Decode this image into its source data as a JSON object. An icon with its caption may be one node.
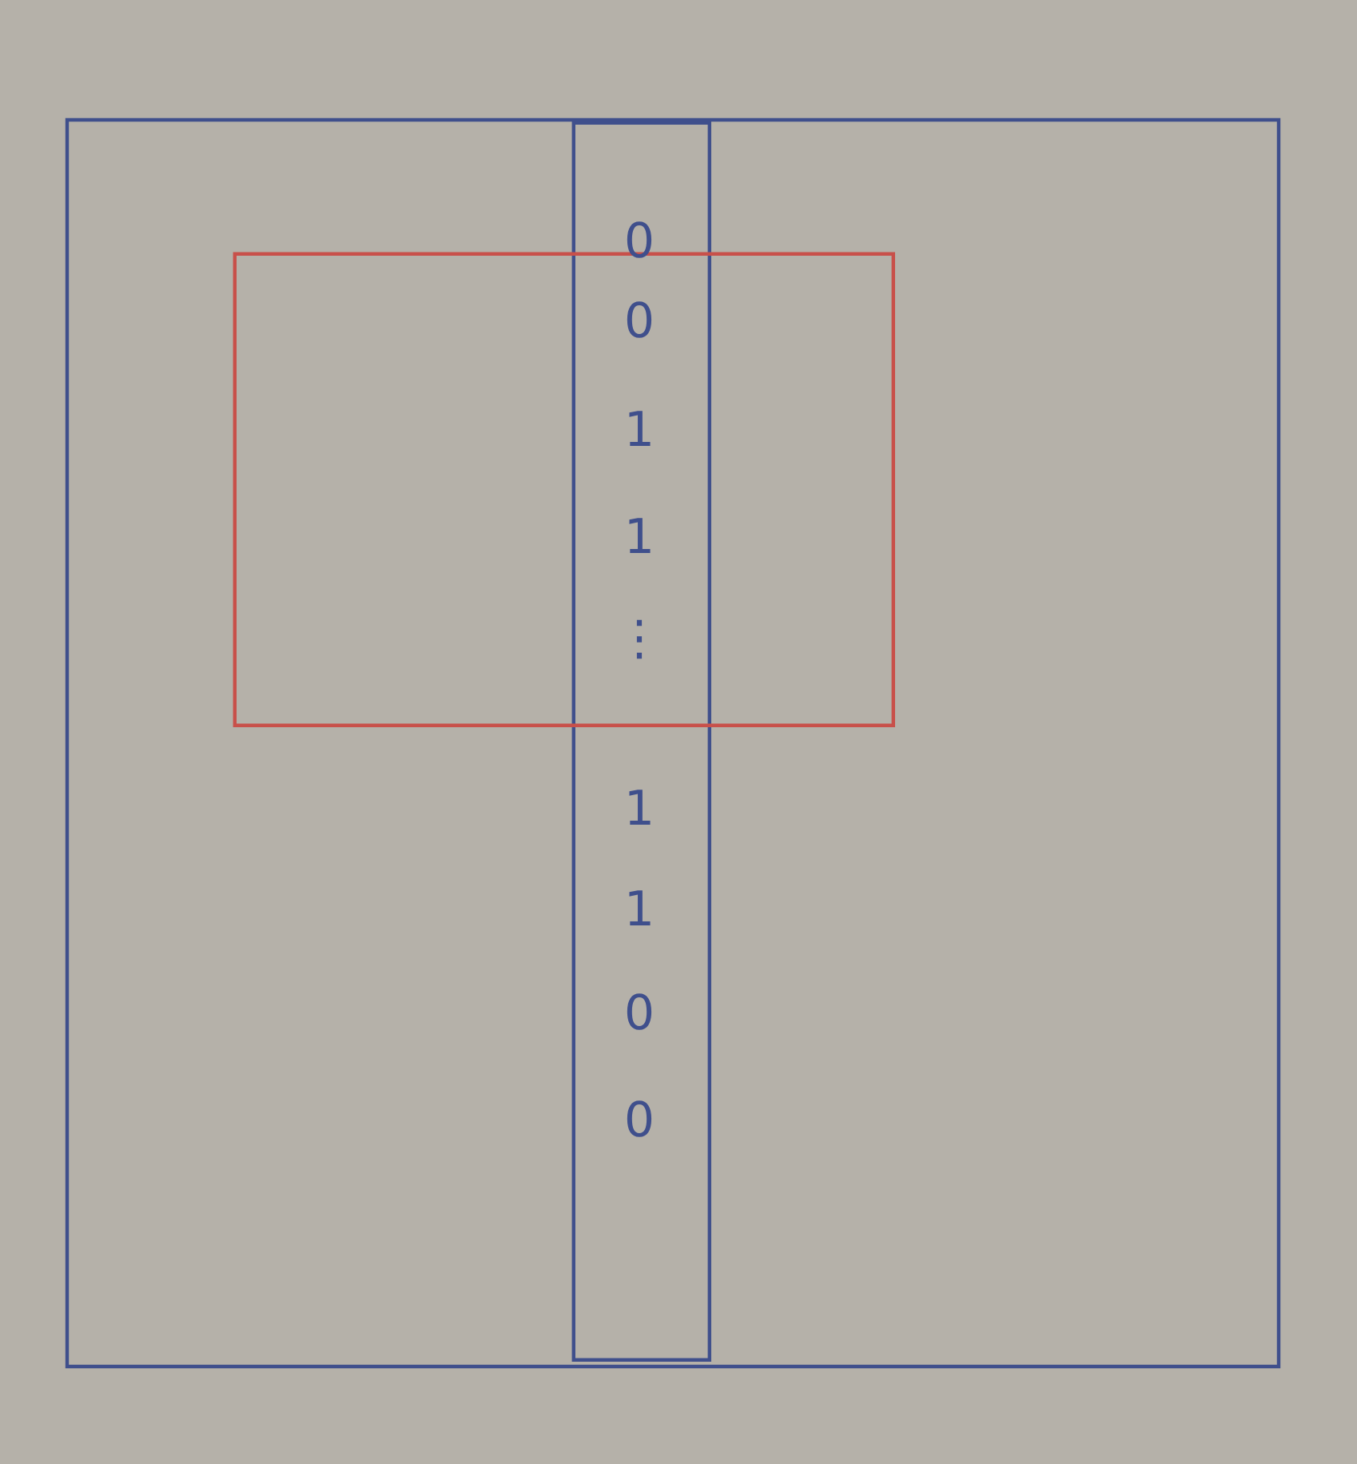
{
  "diagram": {
    "nodes": [
      {
        "text": [],
        "shape": "box"
      },
      {
        "text": [],
        "shape": "box",
        "in": 0
      },
      {
        "text": [],
        "shape": "box",
        "in": 0
      }
    ],
    "labels": [
      "0",
      "0",
      "1",
      "1",
      "⋮",
      "1",
      "1",
      "0",
      "0"
    ]
  }
}
